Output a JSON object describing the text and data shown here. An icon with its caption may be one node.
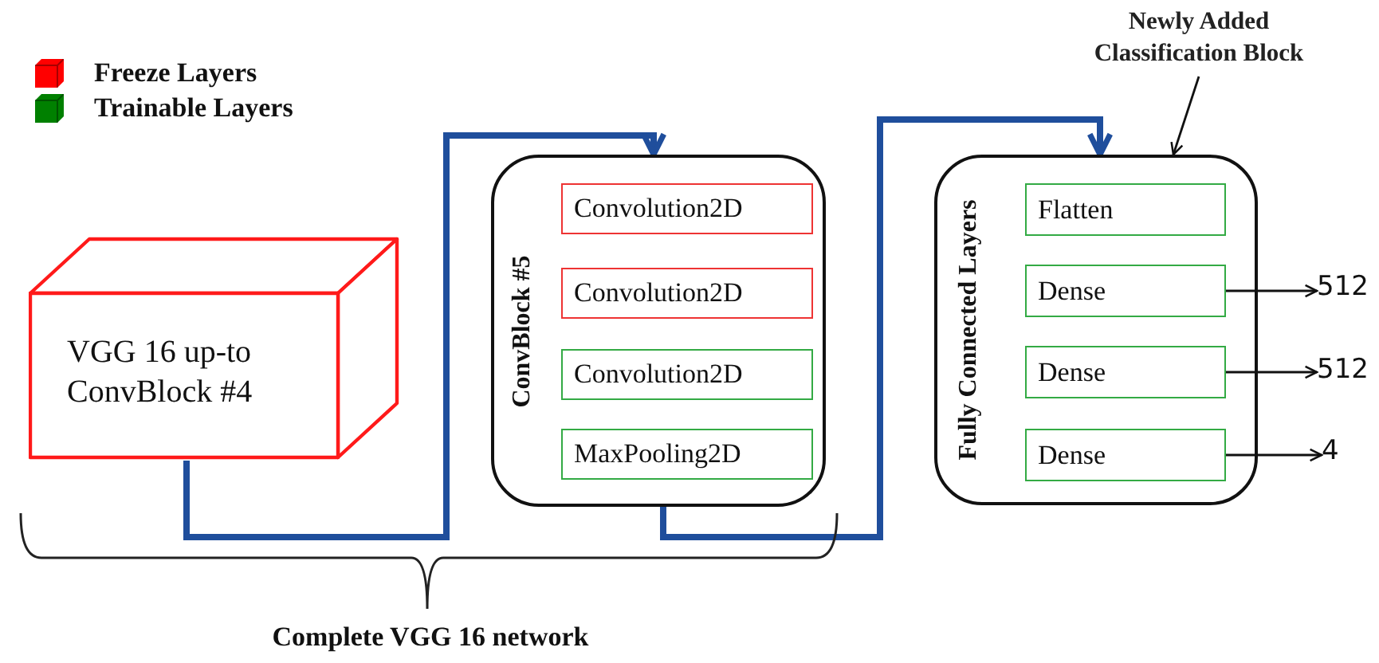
{
  "diagram": {
    "nodes": [
      {
        "text": [
          "VGG 16 up-to ConvBlock #4"
        ]
      },
      {
        "text": [
          "ConvBlock #5"
        ]
      },
      {
        "text": [
          "Convolution2D"
        ],
        "in": 1
      },
      {
        "text": [
          "Convolution2D"
        ],
        "in": 1
      },
      {
        "text": [
          "Convolution2D"
        ],
        "in": 1
      },
      {
        "text": [
          "MaxPooling2D"
        ],
        "in": 1
      },
      {
        "text": [
          "Fully Connected Layers"
        ]
      },
      {
        "text": [
          "Flatten"
        ],
        "in": 6
      },
      {
        "text": [
          "Dense"
        ],
        "in": 6
      },
      {
        "text": [
          "Dense"
        ],
        "in": 6
      },
      {
        "text": [
          "Dense"
        ],
        "in": 6
      },
      {
        "text": [
          "512"
        ]
      },
      {
        "text": [
          "512"
        ]
      },
      {
        "text": [
          "4"
        ]
      },
      {
        "text": [
          "Newly Added Classification Block"
        ]
      }
    ],
    "edges": [
      {
        "from": 0,
        "to": 1,
        "arrow": "to",
        "style": "thick",
        "color": "#1f4e9c"
      },
      {
        "from": 1,
        "to": 6,
        "arrow": "to",
        "style": "thick",
        "color": "#1f4e9c"
      },
      {
        "from": 8,
        "to": 11,
        "arrow": "to"
      },
      {
        "from": 9,
        "to": 12,
        "arrow": "to"
      },
      {
        "from": 10,
        "to": 13,
        "arrow": "to"
      },
      {
        "from": 14,
        "to": 6,
        "arrow": "to"
      }
    ],
    "labels": [
      "Complete VGG 16 network"
    ],
    "legend": [
      {
        "text": "Freeze Layers",
        "color": "#ff0000"
      },
      {
        "text": "Trainable Layers",
        "color": "#008000"
      }
    ]
  }
}
